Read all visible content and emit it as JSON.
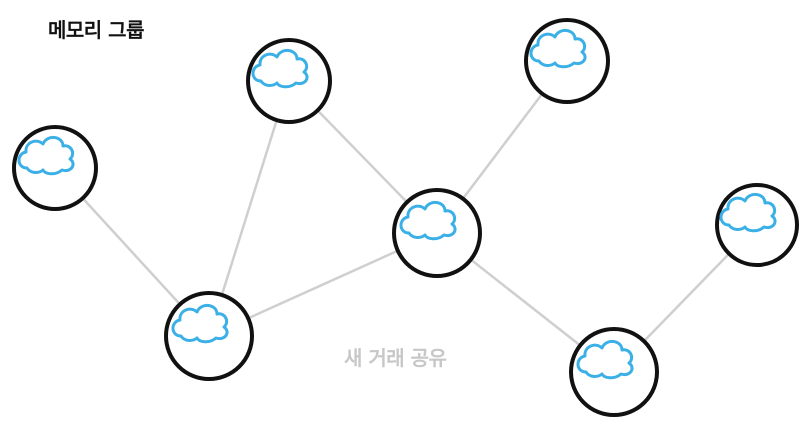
{
  "title": "메모리 그룹",
  "caption": "새 거래 공유",
  "colors": {
    "node_stroke": "#111111",
    "edge": "#cfcfcf",
    "cloud_stroke": "#3bb0e6",
    "caption_text": "#c7c7c7",
    "title_text": "#111111"
  },
  "nodes": [
    {
      "id": "n1",
      "icon": "cloud-icon"
    },
    {
      "id": "n2",
      "icon": "cloud-icon"
    },
    {
      "id": "n3",
      "icon": "cloud-icon"
    },
    {
      "id": "n4",
      "icon": "cloud-icon"
    },
    {
      "id": "n5",
      "icon": "cloud-icon"
    },
    {
      "id": "n6",
      "icon": "cloud-icon"
    },
    {
      "id": "n7",
      "icon": "cloud-icon"
    },
    {
      "id": "n8",
      "icon": "cloud-icon"
    }
  ],
  "edges": [
    [
      "n1",
      "n5"
    ],
    [
      "n2",
      "n5"
    ],
    [
      "n2",
      "n4"
    ],
    [
      "n3",
      "n4"
    ],
    [
      "n4",
      "n5"
    ],
    [
      "n4",
      "n6"
    ],
    [
      "n6",
      "n8"
    ]
  ]
}
